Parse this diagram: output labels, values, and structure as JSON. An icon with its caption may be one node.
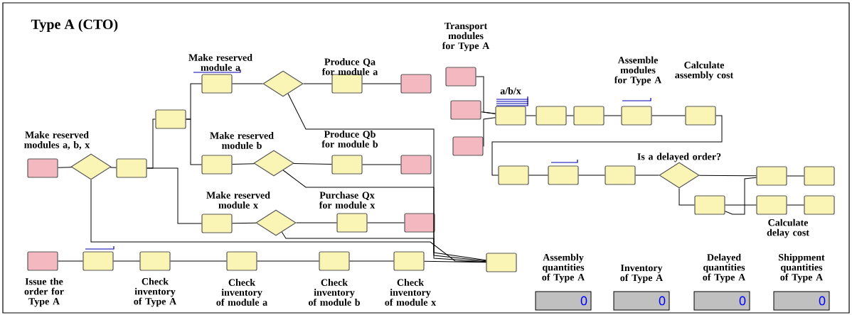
{
  "diagram": {
    "title": "Type A (CTO)",
    "nodes": [
      {
        "text": [],
        "shape": "box",
        "beside": [
          "Make reserved modules a, b, x"
        ]
      },
      {
        "text": [],
        "shape": "diamond"
      },
      {
        "text": [],
        "shape": "box"
      },
      {
        "text": [],
        "shape": "box"
      },
      {
        "text": [],
        "shape": "box",
        "beside": [
          "Make reserved module a"
        ]
      },
      {
        "text": [],
        "shape": "diamond"
      },
      {
        "text": [],
        "shape": "box",
        "beside": [
          "Produce Qa for module a"
        ]
      },
      {
        "text": [],
        "shape": "box"
      },
      {
        "text": [],
        "shape": "box",
        "beside": [
          "Make reserved module b"
        ]
      },
      {
        "text": [],
        "shape": "diamond"
      },
      {
        "text": [],
        "shape": "box",
        "beside": [
          "Produce Qb for module b"
        ]
      },
      {
        "text": [],
        "shape": "box"
      },
      {
        "text": [],
        "shape": "box",
        "beside": [
          "Make reserved module x"
        ]
      },
      {
        "text": [],
        "shape": "diamond"
      },
      {
        "text": [],
        "shape": "box",
        "beside": [
          "Purchase Qx for module x"
        ]
      },
      {
        "text": [],
        "shape": "box"
      },
      {
        "text": [],
        "shape": "box",
        "beside": [
          "Transport modules for Type A"
        ]
      },
      {
        "text": [],
        "shape": "box"
      },
      {
        "text": [],
        "shape": "box"
      },
      {
        "text": [],
        "shape": "box",
        "beside": [
          "a/b/x"
        ]
      },
      {
        "text": [],
        "shape": "box"
      },
      {
        "text": [],
        "shape": "box"
      },
      {
        "text": [],
        "shape": "box",
        "beside": [
          "Assemble modules for Type A"
        ]
      },
      {
        "text": [],
        "shape": "box",
        "beside": [
          "Calculate assembly cost"
        ]
      },
      {
        "text": [],
        "shape": "box"
      },
      {
        "text": [],
        "shape": "box"
      },
      {
        "text": [],
        "shape": "box"
      },
      {
        "text": [],
        "shape": "diamond",
        "beside": [
          "Is a delayed order?"
        ]
      },
      {
        "text": [],
        "shape": "box"
      },
      {
        "text": [],
        "shape": "box"
      },
      {
        "text": [],
        "shape": "box"
      },
      {
        "text": [],
        "shape": "box",
        "beside": [
          "Calculate delay cost"
        ]
      },
      {
        "text": [],
        "shape": "box"
      },
      {
        "text": [],
        "shape": "box",
        "beside": [
          "Issue the order for Type A"
        ]
      },
      {
        "text": [],
        "shape": "box"
      },
      {
        "text": [],
        "shape": "box",
        "beside": [
          "Check inventory of Type A"
        ]
      },
      {
        "text": [],
        "shape": "box",
        "beside": [
          "Check inventory of module a"
        ]
      },
      {
        "text": [],
        "shape": "box",
        "beside": [
          "Check inventory of module b"
        ]
      },
      {
        "text": [],
        "shape": "box",
        "beside": [
          "Check inventory of module x"
        ]
      },
      {
        "text": [],
        "shape": "box"
      },
      {
        "text": [
          "0"
        ],
        "beside": [
          "Assembly quantities of Type A"
        ]
      },
      {
        "text": [
          "0"
        ],
        "beside": [
          "Inventory of Type A"
        ]
      },
      {
        "text": [
          "0"
        ],
        "beside": [
          "Delayed quantities of Type A"
        ]
      },
      {
        "text": [
          "0"
        ],
        "beside": [
          "Shippment quantities of Type A"
        ]
      }
    ],
    "edges": [
      {
        "from": 0,
        "to": 1,
        "arrow": "none"
      },
      {
        "from": 1,
        "to": 2,
        "arrow": "none"
      },
      {
        "from": 2,
        "to": 3,
        "arrow": "none"
      },
      {
        "from": 3,
        "to": 4,
        "arrow": "none"
      },
      {
        "from": 3,
        "to": 8,
        "arrow": "none"
      },
      {
        "from": 2,
        "to": 12,
        "arrow": "none"
      },
      {
        "from": 4,
        "to": 5,
        "arrow": "none"
      },
      {
        "from": 5,
        "to": 6,
        "arrow": "none"
      },
      {
        "from": 6,
        "to": 7,
        "arrow": "none"
      },
      {
        "from": 8,
        "to": 9,
        "arrow": "none"
      },
      {
        "from": 9,
        "to": 10,
        "arrow": "none"
      },
      {
        "from": 10,
        "to": 11,
        "arrow": "none"
      },
      {
        "from": 12,
        "to": 13,
        "arrow": "none"
      },
      {
        "from": 13,
        "to": 14,
        "arrow": "none"
      },
      {
        "from": 14,
        "to": 15,
        "arrow": "none"
      },
      {
        "from": 5,
        "to": 39,
        "arrow": "none"
      },
      {
        "from": 9,
        "to": 39,
        "arrow": "none"
      },
      {
        "from": 13,
        "to": 39,
        "arrow": "none"
      },
      {
        "from": 1,
        "to": 39,
        "arrow": "none"
      },
      {
        "from": 16,
        "to": 19,
        "arrow": "none"
      },
      {
        "from": 17,
        "to": 19,
        "arrow": "none"
      },
      {
        "from": 18,
        "to": 19,
        "arrow": "none"
      },
      {
        "from": 19,
        "to": 20,
        "arrow": "none"
      },
      {
        "from": 20,
        "to": 21,
        "arrow": "none"
      },
      {
        "from": 21,
        "to": 22,
        "arrow": "none"
      },
      {
        "from": 22,
        "to": 23,
        "arrow": "none"
      },
      {
        "from": 23,
        "to": 24,
        "arrow": "none"
      },
      {
        "from": 24,
        "to": 25,
        "arrow": "none"
      },
      {
        "from": 25,
        "to": 26,
        "arrow": "none"
      },
      {
        "from": 26,
        "to": 27,
        "arrow": "none"
      },
      {
        "from": 27,
        "to": 28,
        "arrow": "none"
      },
      {
        "from": 28,
        "to": 29,
        "arrow": "none"
      },
      {
        "from": 27,
        "to": 30,
        "arrow": "none"
      },
      {
        "from": 30,
        "to": 31,
        "arrow": "none"
      },
      {
        "from": 30,
        "to": 28,
        "arrow": "none"
      },
      {
        "from": 31,
        "to": 32,
        "arrow": "none"
      },
      {
        "from": 33,
        "to": 34,
        "arrow": "none"
      },
      {
        "from": 34,
        "to": 35,
        "arrow": "none"
      },
      {
        "from": 35,
        "to": 36,
        "arrow": "none"
      },
      {
        "from": 36,
        "to": 37,
        "arrow": "none"
      },
      {
        "from": 37,
        "to": 38,
        "arrow": "none"
      },
      {
        "from": 38,
        "to": 39,
        "arrow": "none"
      }
    ]
  }
}
